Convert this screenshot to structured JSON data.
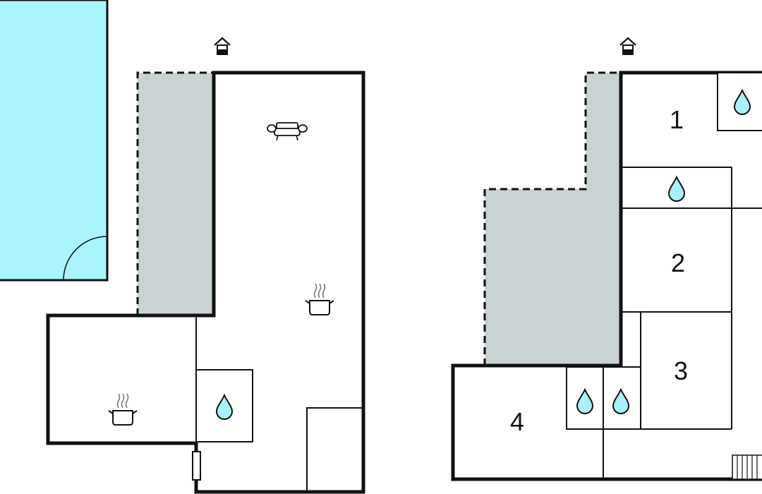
{
  "colors": {
    "wall": "#111111",
    "pool": "#aaf4fb",
    "terrace": "#c8d2d3",
    "drop": "#a9f0f8",
    "background": "#ffffff"
  },
  "rooms": {
    "room_1": "1",
    "room_2": "2",
    "room_3": "3",
    "room_4": "4"
  },
  "icons": {
    "entrance": "house-entrance-icon",
    "sofa": "sofa-icon",
    "kitchen": "cooking-pot-icon",
    "bathroom": "water-drop-icon",
    "stairs": "stairs-icon"
  }
}
